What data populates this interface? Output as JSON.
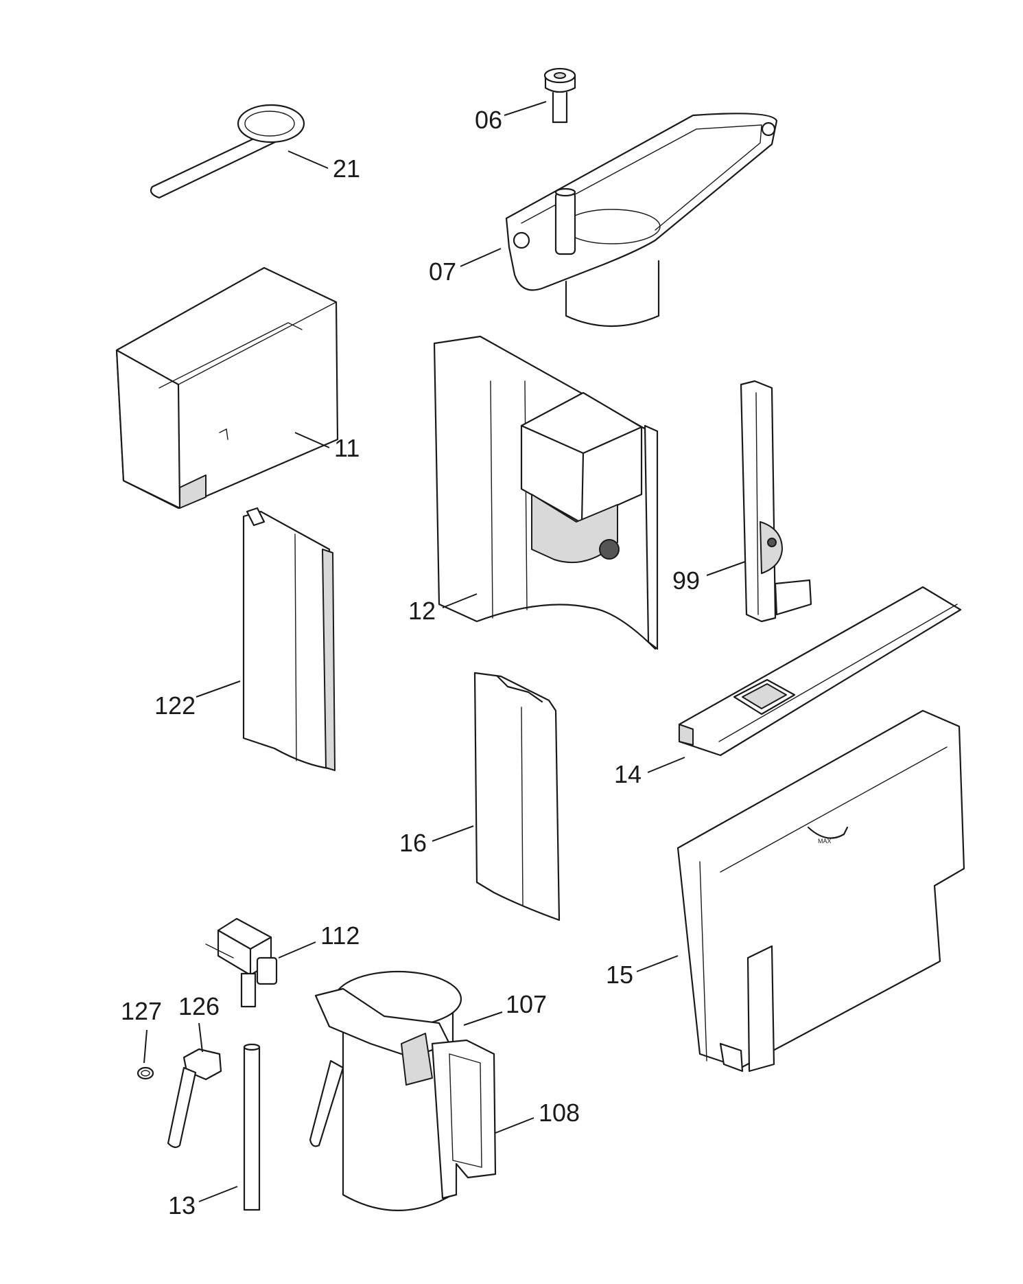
{
  "labels": {
    "p06": "06",
    "p07": "07",
    "p11": "11",
    "p12": "12",
    "p13": "13",
    "p14": "14",
    "p15": "15",
    "p16": "16",
    "p21": "21",
    "p99": "99",
    "p107": "107",
    "p108": "108",
    "p112": "112",
    "p122": "122",
    "p126": "126",
    "p127": "127"
  },
  "tank_mark": "MAX"
}
